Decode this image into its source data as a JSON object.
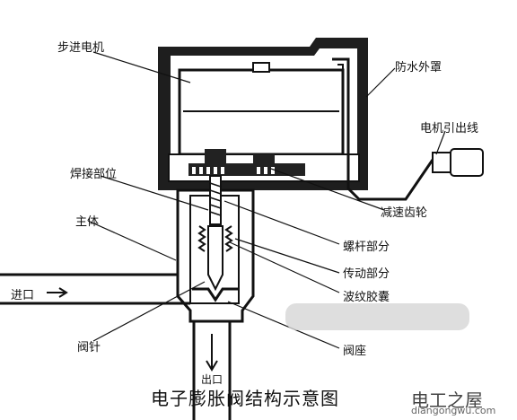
{
  "labels": {
    "stepper_motor": "步进电机",
    "waterproof_cover": "防水外罩",
    "motor_lead": "电机引出线",
    "weld_part": "焊接部位",
    "reduction_gear": "减速齿轮",
    "body": "主体",
    "screw_part": "螺杆部分",
    "drive_part": "传动部分",
    "inlet": "进口",
    "bellows": "波纹胶囊",
    "needle": "阀针",
    "valve_seat": "阀座",
    "outlet": "出口"
  },
  "title": "电子膨胀阀结构示意图",
  "watermark": {
    "main": "电工之屋",
    "sub": "diangongwu.com"
  }
}
